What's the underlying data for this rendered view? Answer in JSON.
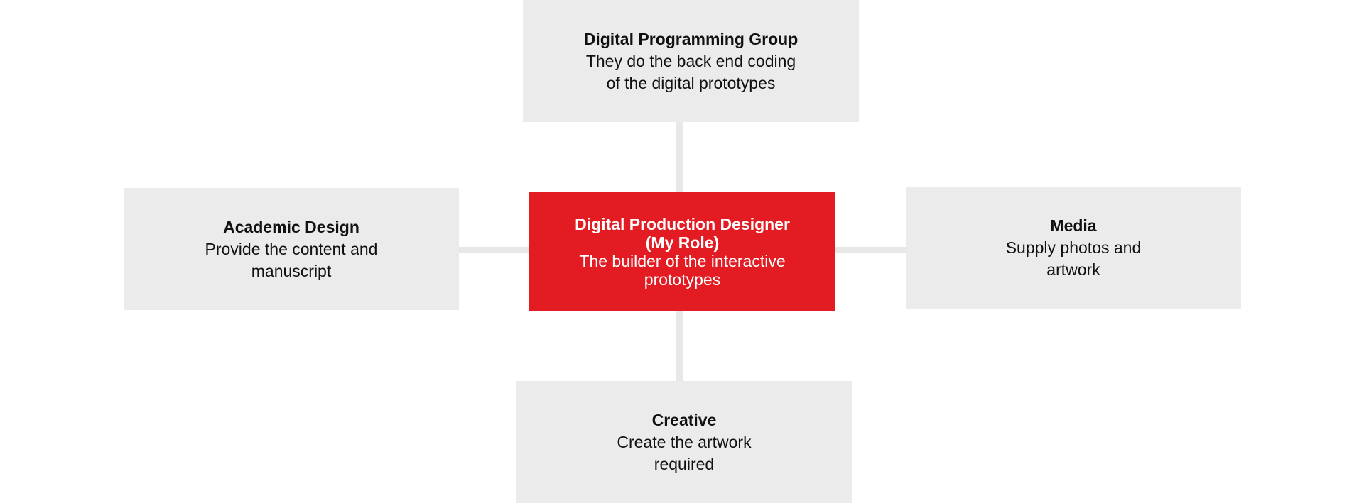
{
  "diagram": {
    "center": {
      "title": "Digital Production Designer\n(My Role)",
      "desc": "The builder of the interactive\nprototypes",
      "color": "#e31b23"
    },
    "top": {
      "title": "Digital Programming Group",
      "desc": "They do the back end coding\nof the digital prototypes"
    },
    "left": {
      "title": "Academic Design",
      "desc": "Provide the content and\nmanuscript"
    },
    "right": {
      "title": "Media",
      "desc": "Supply photos and\nartwork"
    },
    "bottom": {
      "title": "Creative",
      "desc": "Create the artwork\nrequired"
    },
    "colors": {
      "box_fill": "#ebebeb",
      "connector": "#e8e8e8",
      "text": "#111111"
    }
  }
}
